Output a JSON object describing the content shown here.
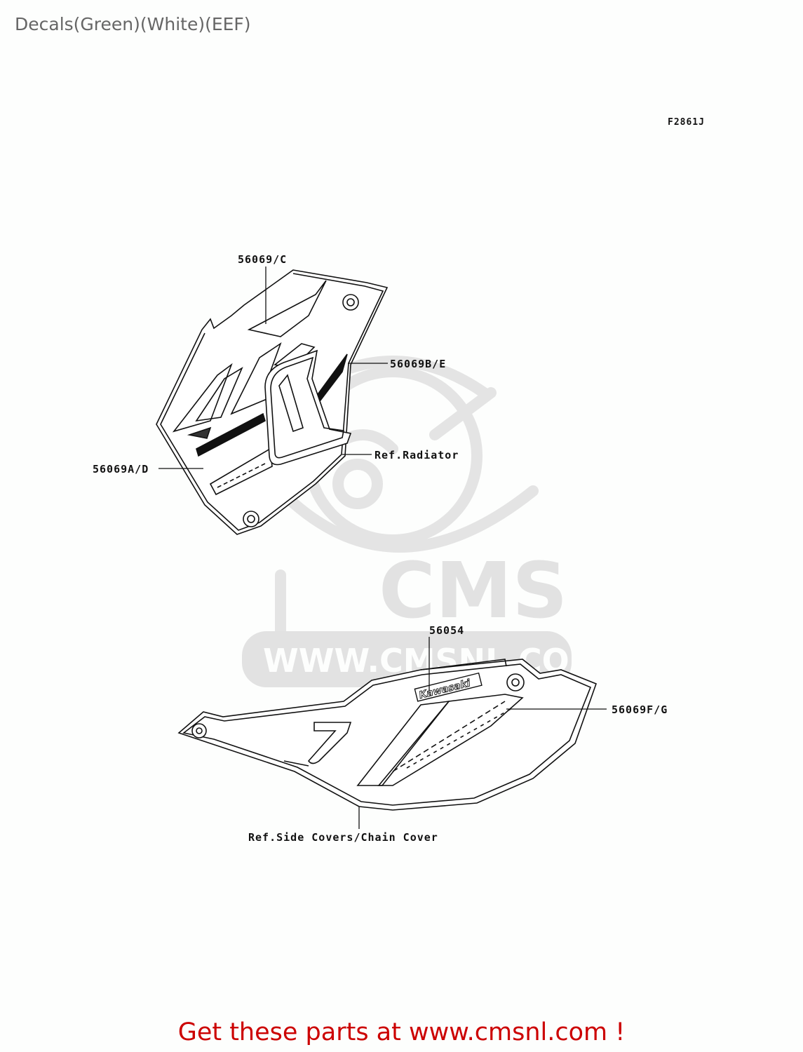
{
  "header": {
    "title": "Decals(Green)(White)(EEF)",
    "figure_code": "F2861J"
  },
  "diagram": {
    "callouts": [
      {
        "id": "56069-c",
        "label": "56069/C"
      },
      {
        "id": "56069b-e",
        "label": "56069B/E"
      },
      {
        "id": "56069a-d",
        "label": "56069A/D"
      },
      {
        "id": "ref-radiator",
        "label": "Ref.Radiator"
      },
      {
        "id": "56054",
        "label": "56054"
      },
      {
        "id": "56069f-g",
        "label": "56069F/G"
      },
      {
        "id": "ref-side-covers",
        "label": "Ref.Side Covers/Chain Cover"
      }
    ],
    "decal_text": "Kawasaki",
    "watermark": {
      "logo_text": "CMS",
      "url_text": "WWW.CMSNL.COM",
      "color": "#e6e6e6"
    },
    "line_color": "#111111"
  },
  "footer": {
    "link_text": "Get these parts at www.cmsnl.com !",
    "color": "#cc0000"
  }
}
